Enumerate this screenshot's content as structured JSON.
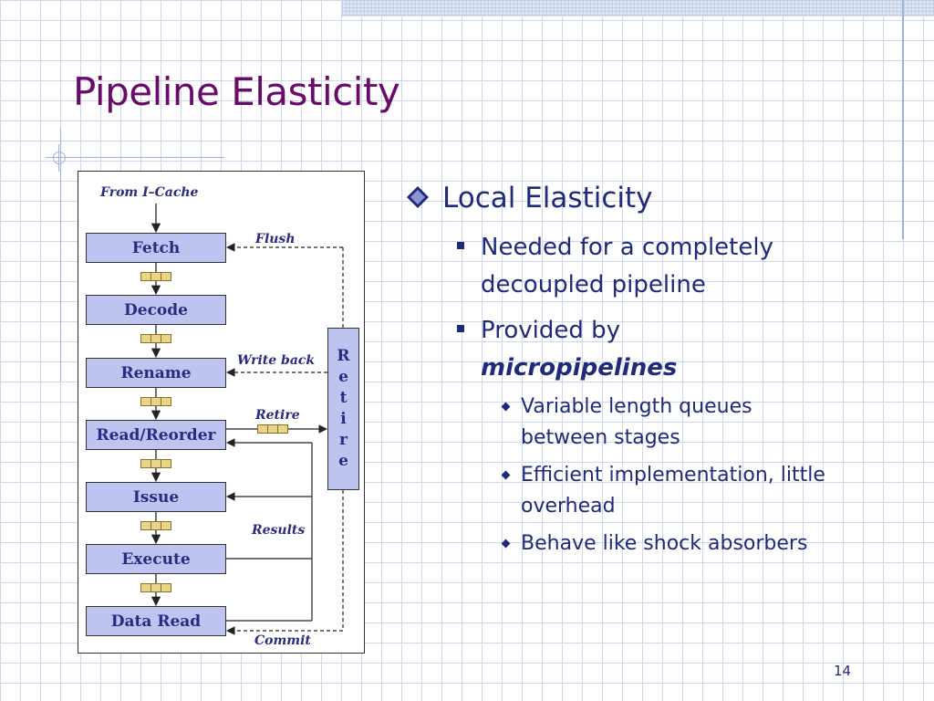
{
  "slide": {
    "title": "Pipeline Elasticity",
    "page_number": "14"
  },
  "diagram": {
    "source_label": "From I–Cache",
    "stages": [
      "Fetch",
      "Decode",
      "Rename",
      "Read/Reorder",
      "Issue",
      "Execute",
      "Data Read"
    ],
    "retire_unit_letters": [
      "R",
      "e",
      "t",
      "i",
      "r",
      "e"
    ],
    "labels": {
      "flush": "Flush",
      "write_back": "Write back",
      "retire": "Retire",
      "results": "Results",
      "commit": "Commit"
    },
    "colors": {
      "stage_fill": "#bfc3ef",
      "queue_fill": "#e8d48a",
      "label_text": "#2a2a80"
    }
  },
  "content": {
    "heading": "Local Elasticity",
    "bullets": [
      {
        "text": "Needed for a completely decoupled pipeline"
      },
      {
        "prefix": "Provided by ",
        "emphasis": "micropipelines"
      }
    ],
    "sub_bullets": [
      "Variable length queues between stages",
      "Efficient implementation, little overhead",
      "Behave like shock absorbers"
    ]
  },
  "colors": {
    "title": "#6a0b6b",
    "body_text": "#1f2a7a",
    "grid_line": "#cfd8ec"
  }
}
